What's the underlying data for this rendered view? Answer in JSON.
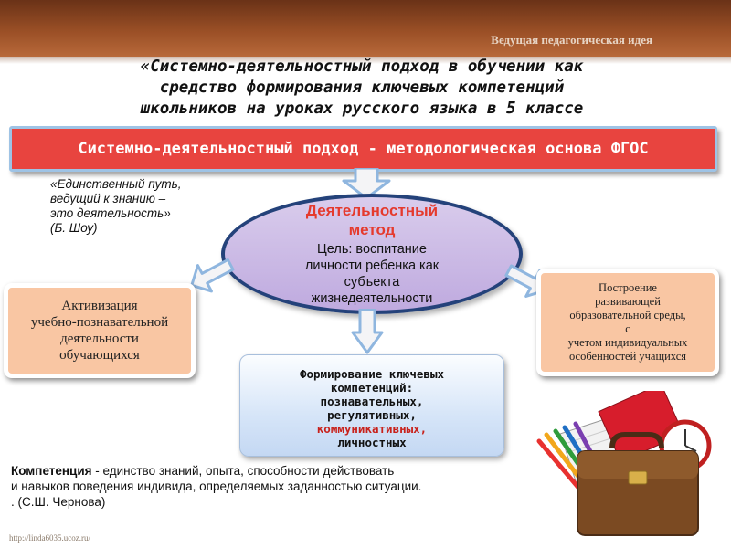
{
  "header": {
    "label": "Ведущая педагогическая идея"
  },
  "title": {
    "lines": [
      "«Системно-деятельностный подход в обучении как",
      "средство формирования ключевых компетенций",
      "школьников на уроках русского языка в 5 классе"
    ]
  },
  "banner": {
    "text": "Системно-деятельностный подход - методологическая основа ФГОС"
  },
  "quote": {
    "lines": [
      "«Единственный путь,",
      "ведущий к знанию –",
      "это деятельность»",
      "(Б. Шоу)"
    ]
  },
  "method": {
    "title_lines": [
      "Деятельностный",
      "метод"
    ],
    "desc_lines": [
      "Цель: воспитание",
      "личности ребенка как",
      "субъекта",
      "жизнедеятельности"
    ]
  },
  "left_box": {
    "lines": [
      "Активизация",
      "учебно-познавательной",
      "деятельности",
      "обучающихся"
    ]
  },
  "right_box": {
    "lines": [
      "Построение",
      "развивающей",
      "образовательной среды,",
      "с",
      "учетом  индивидуальных",
      "особенностей  учащихся"
    ]
  },
  "competencies_box": {
    "lines": [
      "Формирование ключевых",
      "компетенций:",
      "познавательных,",
      "регулятивных,"
    ],
    "highlight": "коммуникативных,",
    "last": "личностных"
  },
  "definition": {
    "term": "Компетенция",
    "line1_rest": " - единство знаний, опыта, способности действовать",
    "line2": " и навыков поведения индивида, определяемых заданностью ситуации.",
    "line3": ". (С.Ш. Чернова)"
  },
  "footer": {
    "url": "http://linda6035.ucoz.ru/"
  },
  "colors": {
    "banner_red": "#e8443f",
    "arrow_blue": "#9ec3e5",
    "peach": "#f9c6a3",
    "ellipse_border": "#24427a",
    "method_red": "#e53a2d"
  }
}
